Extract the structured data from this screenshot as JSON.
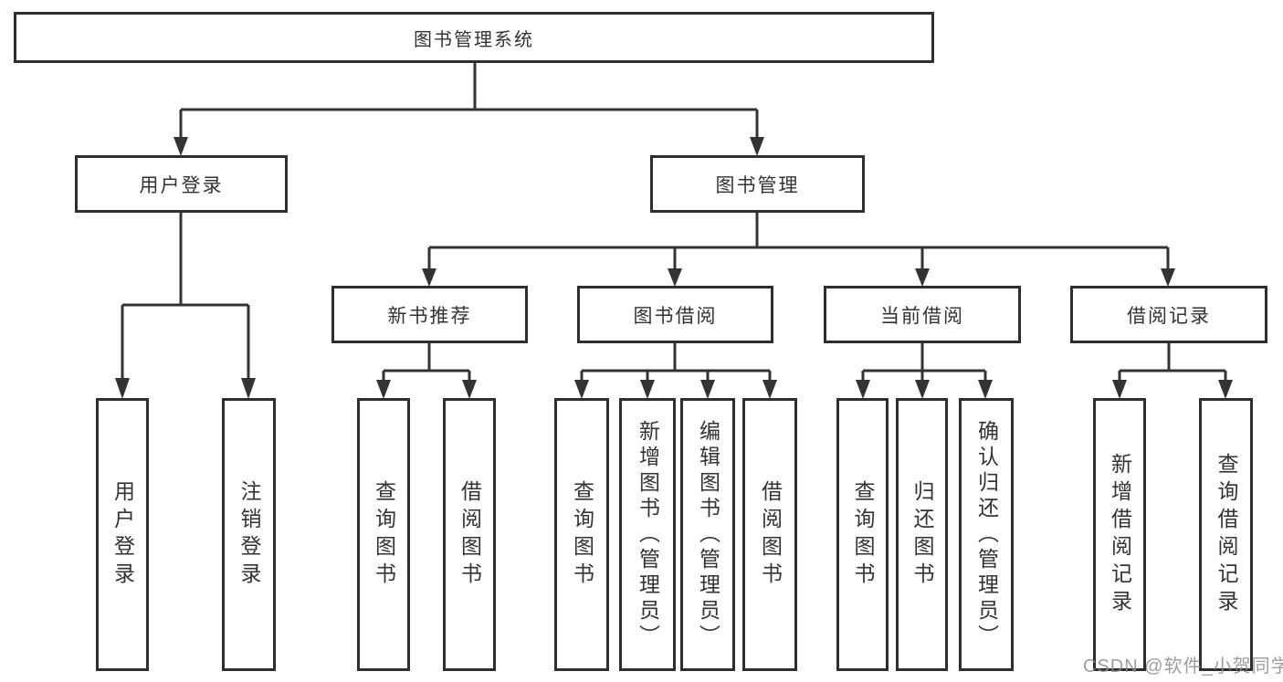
{
  "diagram": {
    "root": {
      "label": "图书管理系统",
      "children": [
        {
          "label": "用户登录",
          "children": [
            {
              "label": "用户登录"
            },
            {
              "label": "注销登录"
            }
          ]
        },
        {
          "label": "图书管理",
          "children": [
            {
              "label": "新书推荐",
              "children": [
                {
                  "label": "查询图书"
                },
                {
                  "label": "借阅图书"
                }
              ]
            },
            {
              "label": "图书借阅",
              "children": [
                {
                  "label": "查询图书"
                },
                {
                  "label": "新增图书（管理员）"
                },
                {
                  "label": "编辑图书（管理员）"
                },
                {
                  "label": "借阅图书"
                }
              ]
            },
            {
              "label": "当前借阅",
              "children": [
                {
                  "label": "查询图书"
                },
                {
                  "label": "归还图书"
                },
                {
                  "label": "确认归还（管理员）"
                }
              ]
            },
            {
              "label": "借阅记录",
              "children": [
                {
                  "label": "新增借阅记录"
                },
                {
                  "label": "查询借阅记录"
                }
              ]
            }
          ]
        }
      ]
    }
  },
  "watermark": {
    "text": "CSDN @软件_小贺同学"
  },
  "colors": {
    "line": "#333333",
    "border": "#2e2e2e",
    "text": "#333333",
    "background": "#ffffff",
    "watermark": "#8c8c8c"
  }
}
